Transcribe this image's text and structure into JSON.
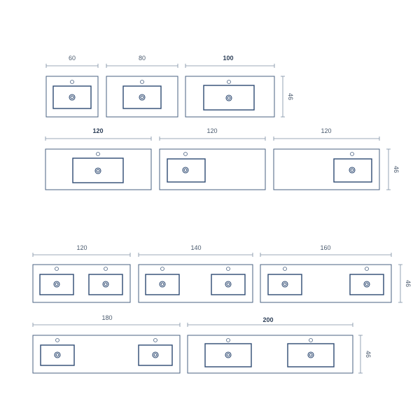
{
  "colors": {
    "outline": "#4a6282",
    "basin": "#2e4a72",
    "dimension": "#7c8da3",
    "text": "#4a5a6e"
  },
  "row1": {
    "widths": [
      "60",
      "80",
      "100"
    ],
    "depth": "46"
  },
  "row2": {
    "widths": [
      "120",
      "120",
      "120"
    ],
    "depth": "46"
  },
  "row3": {
    "widths": [
      "120",
      "140",
      "160"
    ],
    "depth": "46"
  },
  "row4": {
    "widths": [
      "180",
      "200"
    ],
    "depth": "46"
  }
}
